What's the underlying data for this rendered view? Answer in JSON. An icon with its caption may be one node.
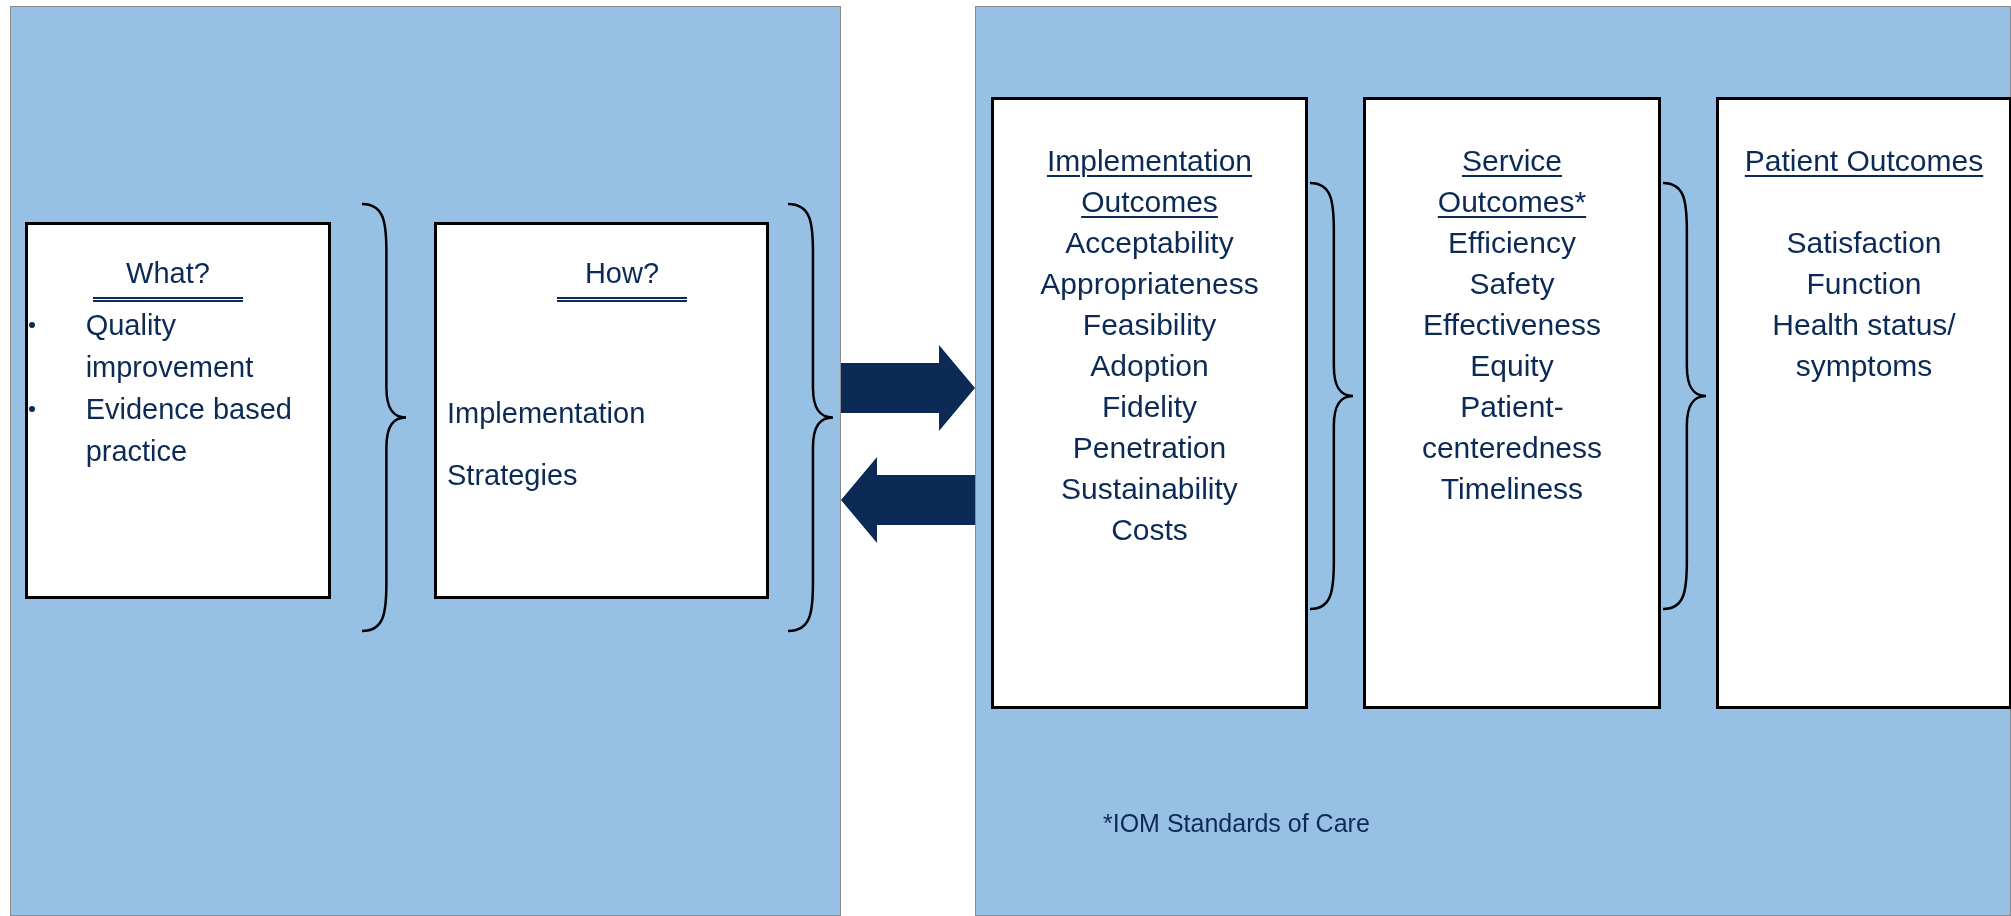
{
  "diagram": {
    "nodes": [
      {
        "text": [],
        "shape": "box"
      },
      {
        "text": [
          "What?",
          "Quality improvement",
          "Evidence based practice"
        ],
        "in": 0
      },
      {
        "text": [
          "How?",
          "Implementation Strategies"
        ],
        "in": 0
      },
      {
        "text": [],
        "shape": "box"
      },
      {
        "text": [
          "Implementation Outcomes",
          "Acceptability",
          "Appropriateness",
          "Feasibility",
          "Adoption",
          "Fidelity",
          "Penetration",
          "Sustainability",
          "Costs"
        ],
        "in": 3
      },
      {
        "text": [
          "Service Outcomes*",
          "Efficiency",
          "Safety",
          "Effectiveness",
          "Equity",
          "Patient- centeredness",
          "Timeliness"
        ],
        "in": 3
      },
      {
        "text": [
          "Patient Outcomes",
          "Satisfaction",
          "Function",
          "Health status/ symptoms"
        ],
        "in": 3
      }
    ],
    "edges": [
      {
        "from": 0,
        "to": 3,
        "arrow": "to"
      },
      {
        "from": 3,
        "to": 0,
        "arrow": "to"
      }
    ],
    "labels": [
      "*IOM Standards of Care"
    ]
  }
}
